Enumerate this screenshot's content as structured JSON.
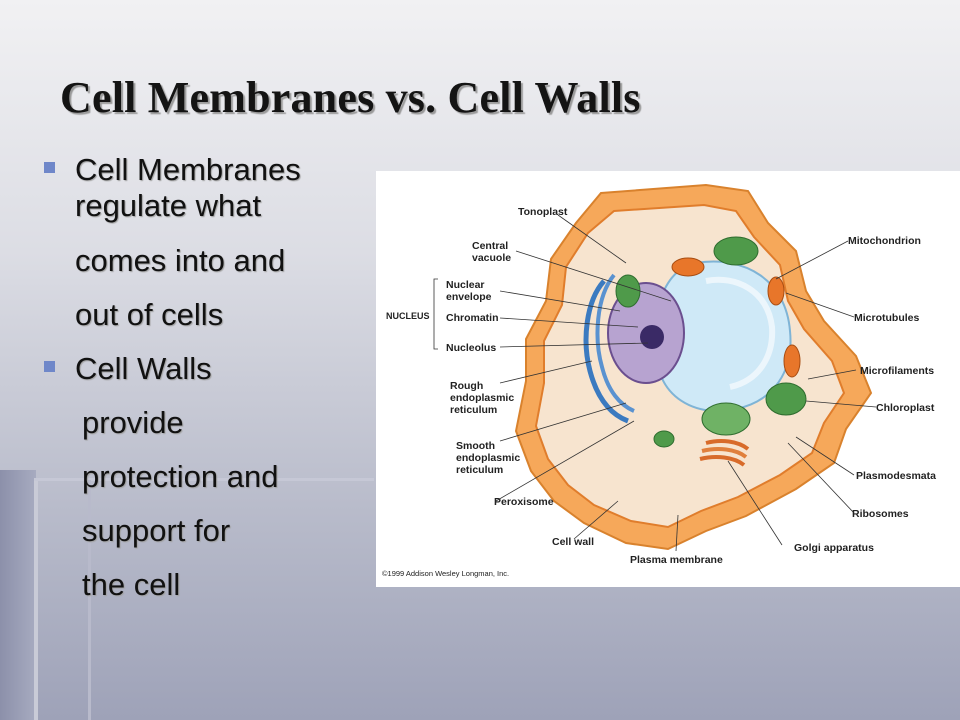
{
  "slide": {
    "title": "Cell Membranes vs. Cell Walls",
    "bullets": [
      {
        "lines": [
          "Cell Membranes",
          "regulate what",
          "comes into and",
          "out of cells"
        ]
      },
      {
        "lines": [
          "Cell Walls",
          "provide",
          "protection and",
          "support for",
          "the cell"
        ]
      }
    ],
    "bullet_color": "#6f87c9"
  },
  "figure": {
    "labels": {
      "tonoplast": "Tonoplast",
      "central_vacuole_1": "Central",
      "central_vacuole_2": "vacuole",
      "nucleus": "NUCLEUS",
      "nuclear_envelope_1": "Nuclear",
      "nuclear_envelope_2": "envelope",
      "chromatin": "Chromatin",
      "nucleolus": "Nucleolus",
      "rough_er_1": "Rough",
      "rough_er_2": "endoplasmic",
      "rough_er_3": "reticulum",
      "smooth_er_1": "Smooth",
      "smooth_er_2": "endoplasmic",
      "smooth_er_3": "reticulum",
      "peroxisome": "Peroxisome",
      "cell_wall": "Cell wall",
      "plasma_membrane": "Plasma membrane",
      "golgi": "Golgi apparatus",
      "ribosomes": "Ribosomes",
      "plasmodesmata": "Plasmodesmata",
      "chloroplast": "Chloroplast",
      "microfilaments": "Microfilaments",
      "microtubules": "Microtubules",
      "mitochondrion": "Mitochondrion"
    },
    "copyright": "©1999 Addison Wesley Longman, Inc."
  }
}
